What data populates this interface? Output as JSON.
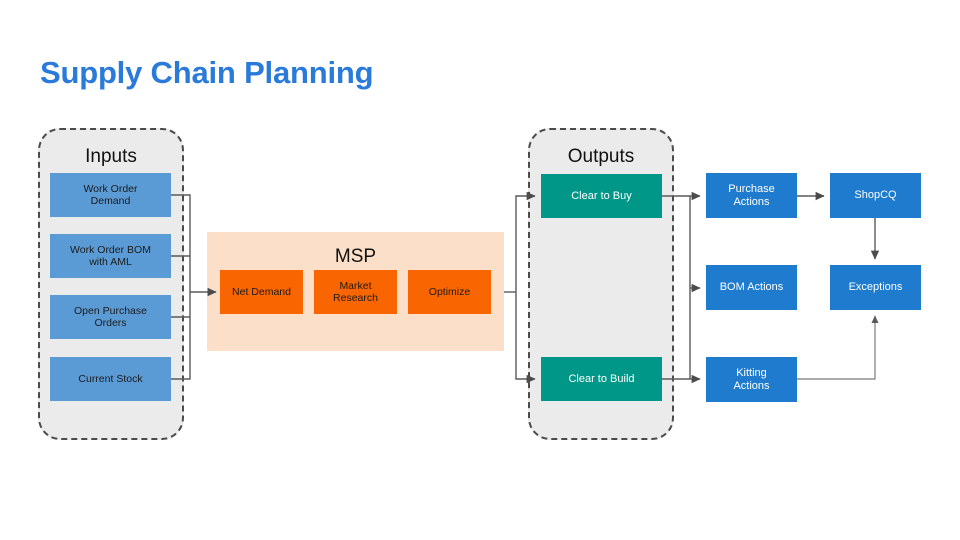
{
  "slide": {
    "title": "Supply Chain Planning",
    "title_color": "#2a7ad9",
    "background": "#ffffff"
  },
  "colors": {
    "input_box": "#5b9bd5",
    "action_box": "#1f7bce",
    "output_box": "#009688",
    "process_box": "#f96500",
    "process_panel": "#fcdfc8",
    "group_panel": "#ebebeb",
    "group_border": "#4b4b4b",
    "connector": "#5a5a5a"
  },
  "inputs_group": {
    "title": "Inputs",
    "items": [
      {
        "label": "Work Order Demand",
        "line1": "Work Order",
        "line2": "Demand"
      },
      {
        "label": "Work Order BOM with AML",
        "line1": "Work Order BOM",
        "line2": "with AML"
      },
      {
        "label": "Open Purchase Orders",
        "line1": "Open Purchase",
        "line2": "Orders"
      },
      {
        "label": "Current Stock",
        "line1": "Current Stock",
        "line2": ""
      }
    ]
  },
  "process": {
    "title": "MSP",
    "steps": [
      {
        "label": "Net Demand",
        "line1": "Net Demand",
        "line2": ""
      },
      {
        "label": "Market Research",
        "line1": "Market",
        "line2": "Research"
      },
      {
        "label": "Optimize",
        "line1": "Optimize",
        "line2": ""
      }
    ]
  },
  "outputs_group": {
    "title": "Outputs",
    "items": [
      {
        "label": "Clear to Buy"
      },
      {
        "label": "Clear to Build"
      }
    ]
  },
  "actions": [
    {
      "label": "Purchase Actions",
      "line1": "Purchase",
      "line2": "Actions"
    },
    {
      "label": "BOM Actions",
      "line1": "BOM Actions",
      "line2": ""
    },
    {
      "label": "Kitting Actions",
      "line1": "Kitting",
      "line2": "Actions"
    }
  ],
  "systems": [
    {
      "label": "ShopCQ"
    },
    {
      "label": "Exceptions"
    }
  ]
}
